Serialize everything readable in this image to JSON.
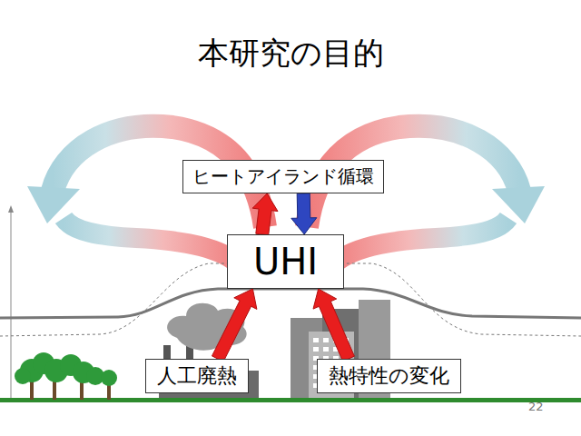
{
  "diagram": {
    "title": "本研究の目的",
    "nodes": [
      {
        "text": [
          "ヒートアイランド循環"
        ]
      },
      {
        "text": [
          "UHI"
        ]
      },
      {
        "text": [
          "人工廃熱"
        ]
      },
      {
        "text": [
          "熱特性の変化"
        ]
      }
    ],
    "edges": [
      {
        "from": 1,
        "to": 0,
        "arrow": "to"
      },
      {
        "from": 0,
        "to": 1,
        "arrow": "to"
      },
      {
        "from": 2,
        "to": 1,
        "arrow": "to"
      },
      {
        "from": 3,
        "to": 1,
        "arrow": "to"
      }
    ],
    "labels": [
      "22"
    ]
  }
}
